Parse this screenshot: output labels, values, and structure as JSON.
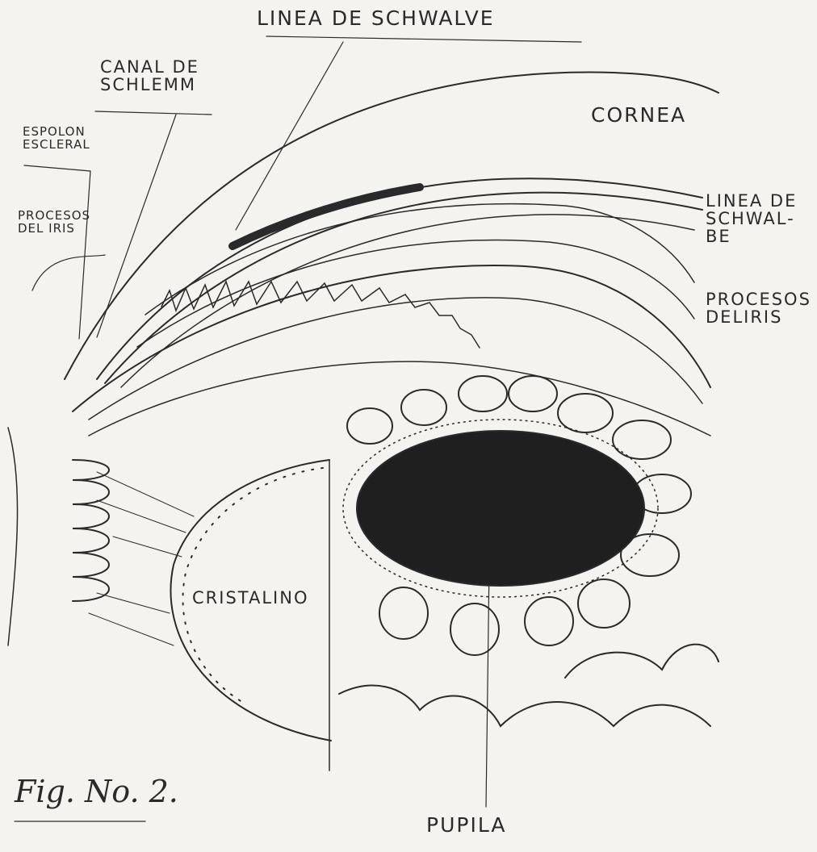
{
  "labels": {
    "linea_schwalve": "LINEA DE SCHWALVE",
    "canal_schlemm_1": "CANAL DE",
    "canal_schlemm_2": "SCHLEMM",
    "espolon_1": "ESPOLON",
    "espolon_2": "ESCLERAL",
    "procesos_iris_left_1": "PROCESOS",
    "procesos_iris_left_2": "DEL IRIS",
    "cornea": "CORNEA",
    "linea_schwalbe_1": "LINEA DE",
    "linea_schwalbe_2": "SCHWAL-",
    "linea_schwalbe_3": "BE",
    "procesos_iris_right_1": "PROCESOS",
    "procesos_iris_right_2": "DELIRIS",
    "cristalino": "CRISTALINO",
    "pupila": "PUPILA",
    "figure": "Fig. No. 2."
  },
  "colors": {
    "ink": "#2a2a2a",
    "paper": "#f4f3ef",
    "pupil": "#1f1f1f"
  }
}
